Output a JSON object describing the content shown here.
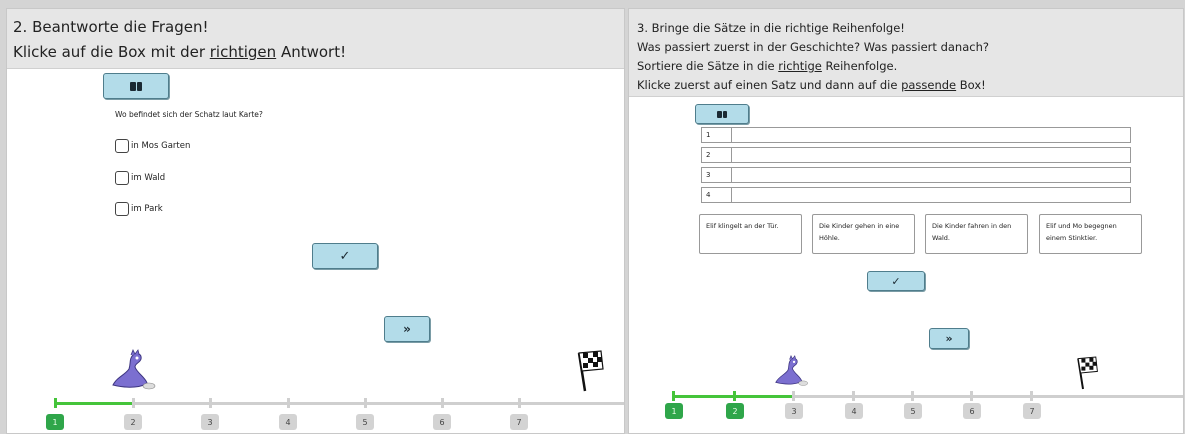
{
  "left": {
    "header": {
      "line1": "2. Beantworte die Fragen!",
      "line2_pre": "Klicke auf die Box mit der ",
      "line2_ul": "richtigen",
      "line2_post": " Antwort!"
    },
    "question": "Wo befindet sich der Schatz laut Karte?",
    "options": [
      "in Mos Garten",
      "im Wald",
      "im Park"
    ],
    "submit_icon": "check-icon",
    "next_label": "»",
    "steps": [
      "1",
      "2",
      "3",
      "4",
      "5",
      "6",
      "7"
    ],
    "completed_steps": 1
  },
  "right": {
    "header": {
      "line1": "3. Bringe die Sätze in die richtige Reihenfolge!",
      "line2": "Was passiert zuerst in der Geschichte? Was passiert danach?",
      "line3_pre": "Sortiere die Sätze in die ",
      "line3_ul": "richtige",
      "line3_post": " Reihenfolge.",
      "line4_pre": "Klicke zuerst auf einen Satz und dann auf die ",
      "line4_ul": "passende",
      "line4_post": " Box!"
    },
    "slots": [
      "1",
      "2",
      "3",
      "4"
    ],
    "sentences": [
      "Elif klingelt an der Tür.",
      "Die Kinder gehen in eine Höhle.",
      "Die Kinder fahren in den Wald.",
      "Elif und Mo begegnen einem Stinktier."
    ],
    "next_label": "»",
    "steps": [
      "1",
      "2",
      "3",
      "4",
      "5",
      "6",
      "7"
    ],
    "completed_steps": 2
  },
  "colors": {
    "button": "#b3dce9",
    "progress": "#45c43a",
    "step_done": "#2fa64a",
    "dragon": "#7b6fd0"
  }
}
